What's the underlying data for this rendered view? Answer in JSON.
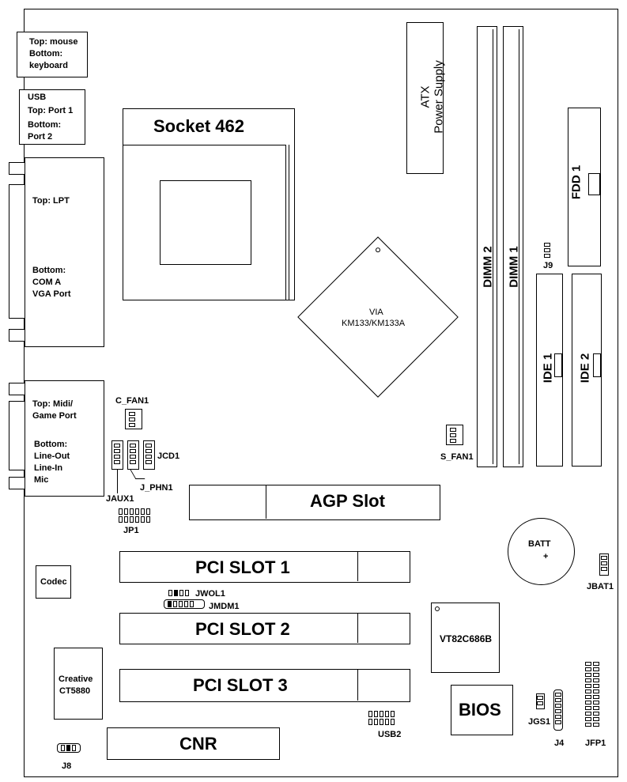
{
  "ports": {
    "ps2": [
      "Top: mouse",
      "Bottom:",
      "keyboard"
    ],
    "usb": [
      "USB",
      "Top: Port 1",
      "Bottom:",
      "Port 2"
    ],
    "lpt_top": "Top: LPT",
    "lpt_bottom": [
      "Bottom:",
      "COM A",
      "VGA Port"
    ],
    "midi_top": [
      "Top: Midi/",
      "Game Port"
    ],
    "midi_bottom": [
      "Bottom:",
      "Line-Out",
      "Line-In",
      "Mic"
    ]
  },
  "socket": "Socket 462",
  "atx": [
    "ATX",
    "Power Supply"
  ],
  "dimm": [
    "DIMM 2",
    "DIMM 1"
  ],
  "fdd": "FDD 1",
  "ide": [
    "IDE 1",
    "IDE 2"
  ],
  "northbridge": [
    "VIA",
    "KM133/KM133A"
  ],
  "headers": {
    "j9": "J9",
    "c_fan1": "C_FAN1",
    "s_fan1": "S_FAN1",
    "jcd1": "JCD1",
    "j_phn1": "J_PHN1",
    "jaux1": "JAUX1",
    "jp1": "JP1",
    "jwol1": "JWOL1",
    "jmdm1": "JMDM1",
    "jbat1": "JBAT1",
    "jgs1": "JGS1",
    "j4": "J4",
    "jfp1": "JFP1",
    "usb2": "USB2",
    "j8": "J8"
  },
  "agp": "AGP Slot",
  "pci": [
    "PCI SLOT 1",
    "PCI SLOT 2",
    "PCI SLOT 3"
  ],
  "cnr": "CNR",
  "codec": "Codec",
  "creative": [
    "Creative",
    "CT5880"
  ],
  "southbridge": "VT82C686B",
  "bios": "BIOS",
  "batt": [
    "BATT",
    "+"
  ]
}
